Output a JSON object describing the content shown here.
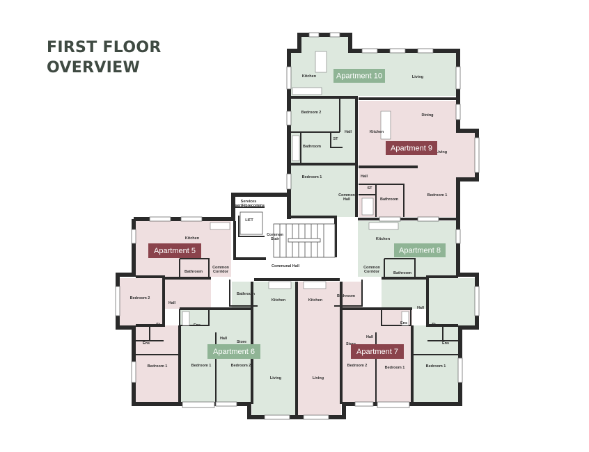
{
  "title": {
    "line1": "FIRST FLOOR",
    "line2": "OVERVIEW"
  },
  "colors": {
    "wall": "#2a2a2a",
    "green_fill": "#dde8de",
    "red_fill": "#efdfe0",
    "neutral_fill": "#ffffff",
    "green_badge": "#8fb495",
    "red_badge": "#8a434c"
  },
  "apartments": [
    {
      "id": "apt10",
      "label": "Apartment 10",
      "tone": "green"
    },
    {
      "id": "apt9",
      "label": "Apartment 9",
      "tone": "red"
    },
    {
      "id": "apt5",
      "label": "Apartment 5",
      "tone": "red"
    },
    {
      "id": "apt8",
      "label": "Apartment 8",
      "tone": "green"
    },
    {
      "id": "apt6",
      "label": "Apartment 6",
      "tone": "green"
    },
    {
      "id": "apt7",
      "label": "Apartment 7",
      "tone": "red"
    }
  ],
  "rooms": {
    "a10_kitchen": "Kitchen",
    "a10_living": "Living",
    "a10_bedroom2": "Bedroom 2",
    "a10_bathroom": "Bathroom",
    "a10_st": "ST",
    "a10_hall": "Hall",
    "a10_bedroom1": "Bedroom 1",
    "a9_dining": "Dining",
    "a9_kitchen": "Kitchen",
    "a9_living": "Living",
    "a9_hall": "Hall",
    "a9_st": "ST",
    "a9_bathroom": "Bathroom",
    "a9_bedroom1": "Bedroom 1",
    "common_hall_upper": "Common Hall",
    "services": "Services riser/Fibrecomms",
    "lift": "LIFT",
    "common_stair": "Common Stair",
    "communal_hall": "Communal Hall",
    "a5_kitchen": "Kitchen",
    "a5_bathroom": "Bathroom",
    "a5_common_corridor": "Common Corridor",
    "a5_bedroom2": "Bedroom 2",
    "a5_hall": "Hall",
    "a5_st": "St",
    "a5_ens": "Ens",
    "a5_bedroom1": "Bedroom 1",
    "a8_kitchen": "Kitchen",
    "a8_bathroom": "Bathroom",
    "a8_common_corridor": "Common Corridor",
    "a8_hall": "Hall",
    "a8_st": "St",
    "a8_ens": "Ens",
    "a8_bedroom1": "Bedroom 1",
    "a6_bathroom": "Bathroom",
    "a6_kitchen": "Kitchen",
    "a6_ens": "Ens",
    "a6_hall": "Hall",
    "a6_store": "Store",
    "a6_bedroom1": "Bedroom 1",
    "a6_bedroom2": "Bedroom 2",
    "a6_living": "Living",
    "a7_kitchen": "Kitchen",
    "a7_bathroom": "Bathroom",
    "a7_ens": "Ens",
    "a7_hall": "Hall",
    "a7_store": "Store",
    "a7_bedroom2": "Bedroom 2",
    "a7_bedroom1": "Bedroom 1",
    "a7_living": "Living"
  }
}
